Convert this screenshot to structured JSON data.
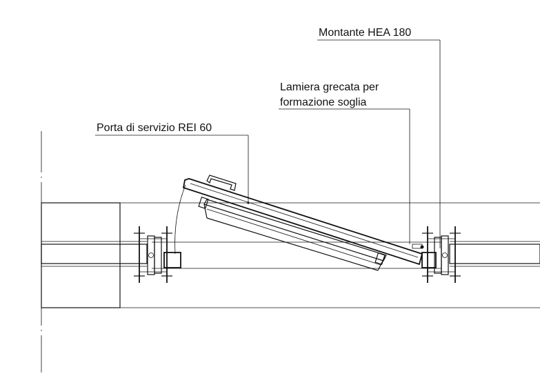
{
  "labels": {
    "column": "Montante HEA 180",
    "threshold_line1": "Lamiera grecata per",
    "threshold_line2": "formazione soglia",
    "door": "Porta di servizio REI 60"
  }
}
